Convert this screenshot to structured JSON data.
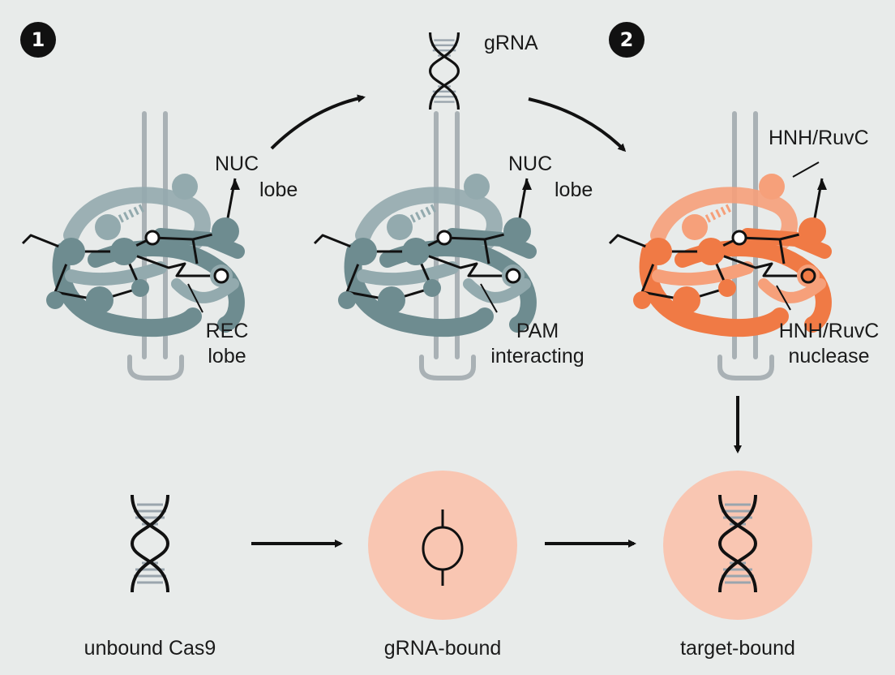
{
  "steps": {
    "one": "1",
    "two": "2"
  },
  "top": {
    "grna_label": "gRNA",
    "panel1": {
      "nuc_line1": "NUC",
      "nuc_line2": "lobe",
      "rec_line1": "REC",
      "rec_line2": "lobe"
    },
    "panel2": {
      "nuc_line1": "NUC",
      "nuc_line2": "lobe",
      "pam_line1": "PAM",
      "pam_line2": "interacting"
    },
    "panel3": {
      "hnh_top": "HNH/RuvC",
      "hnh_line1": "HNH/RuvC",
      "hnh_line2": "nuclease"
    }
  },
  "bottom": {
    "state1": "unbound Cas9",
    "state2": "gRNA-bound",
    "state3": "target-bound"
  },
  "colors": {
    "background": "#e8ebea",
    "protein_grey": "#6e8c90",
    "protein_grey_light": "#93aaae",
    "protein_orange": "#f07a45",
    "protein_orange_light": "#f6a07a",
    "state_circle": "#f9c6b2",
    "dna_rung": "#9aa5ad",
    "strand": "#a9b1b5"
  },
  "icons": [
    "dna-helix-icon",
    "arrow-icon",
    "cas9-protein-icon",
    "grna-complex-icon"
  ]
}
